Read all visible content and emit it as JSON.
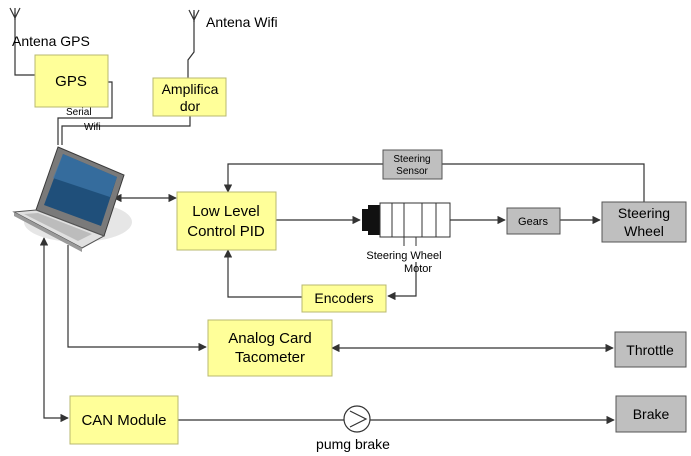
{
  "antennas": {
    "gps": "Antena GPS",
    "wifi": "Antena Wifi"
  },
  "blocks": {
    "gps": "GPS",
    "amplifier_line1": "Amplifica",
    "amplifier_line2": "dor",
    "pid_line1": "Low Level",
    "pid_line2": "Control PID",
    "encoders": "Encoders",
    "analog_line1": "Analog Card",
    "analog_line2": "Tacometer",
    "can_module": "CAN Module",
    "steering_sensor_line1": "Steering",
    "steering_sensor_line2": "Sensor",
    "gears": "Gears",
    "steering_wheel_line1": "Steering",
    "steering_wheel_line2": "Wheel",
    "throttle": "Throttle",
    "brake": "Brake"
  },
  "labels": {
    "serial": "Serial",
    "wifi": "Wifi",
    "motor_line1": "Steering Wheel",
    "motor_line2": "Motor",
    "pump": "pumg brake"
  },
  "colors": {
    "yellow_block": "#ffff99",
    "yellow_border": "#b8b870",
    "gray_block": "#bfbfbf",
    "gray_border": "#555555",
    "line": "#333333"
  }
}
